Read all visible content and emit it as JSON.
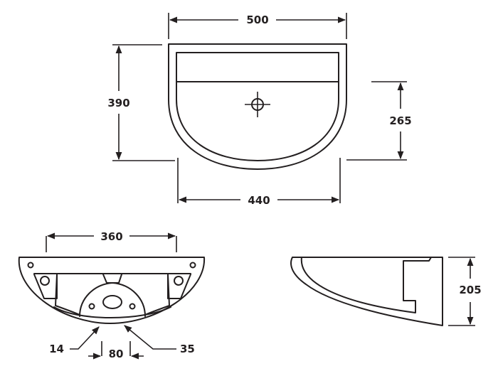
{
  "top_view": {
    "width_outer": "500",
    "depth_total": "390",
    "depth_back": "265",
    "width_inner": "440"
  },
  "front_view": {
    "fixing_centres": "360",
    "dim_14": "14",
    "dim_80": "80",
    "dim_35": "35"
  },
  "side_view": {
    "height": "205"
  },
  "colors": {
    "line": "#231f20",
    "background": "#ffffff"
  }
}
